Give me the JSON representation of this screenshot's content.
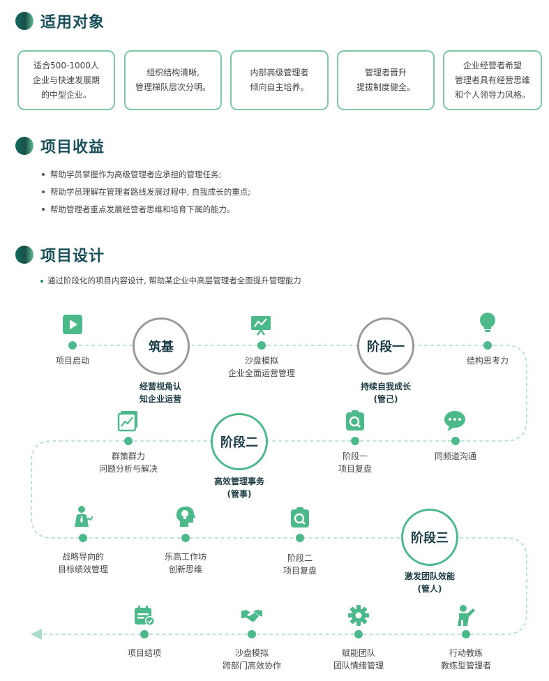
{
  "sections": {
    "audience": {
      "title": "适用对象"
    },
    "benefits": {
      "title": "项目收益"
    },
    "design": {
      "title": "项目设计"
    }
  },
  "audience_cards": [
    {
      "lines": [
        "适合500-1000人",
        "企业与快速发展期",
        "的中型企业。"
      ]
    },
    {
      "lines": [
        "组织结构清晰,",
        "管理梯队层次分明。"
      ]
    },
    {
      "lines": [
        "内部高级管理者",
        "倾向自主培养。"
      ]
    },
    {
      "lines": [
        "管理者晋升",
        "提拔制度健全。"
      ]
    },
    {
      "lines": [
        "企业经营者希望",
        "管理者具有经营思维",
        "和个人领导力风格。"
      ]
    }
  ],
  "benefits": [
    "帮助学员掌握作为高级管理者应承担的管理任务;",
    "帮助学员理解在管理者路线发展过程中, 自我成长的重点;",
    "帮助管理者重点发展经营者思维和培育下属的能力。"
  ],
  "design_intro": "通过阶段化的项目内容设计, 帮助某企业中高层管理者全面提升管理能力",
  "stages": [
    {
      "title": "筑基",
      "sub": [
        "经营视角认",
        "知企业运营"
      ]
    },
    {
      "title": "阶段一",
      "sub": [
        "持续自我成长",
        "(管己)"
      ]
    },
    {
      "title": "阶段二",
      "sub": [
        "高效管理事务",
        "(管事)"
      ]
    },
    {
      "title": "阶段三",
      "sub": [
        "激发团队效能",
        "(管人)"
      ]
    }
  ],
  "nodes": [
    {
      "icon": "play-icon",
      "lines": [
        "项目启动"
      ]
    },
    {
      "icon": "presentation-icon",
      "lines": [
        "沙盘模拟",
        "企业全面运营管理"
      ]
    },
    {
      "icon": "lightbulb-icon",
      "lines": [
        "结构思考力"
      ]
    },
    {
      "icon": "chart-icon",
      "lines": [
        "群策群力",
        "问题分析与解决"
      ]
    },
    {
      "icon": "review-icon",
      "lines": [
        "阶段一",
        "项目复盘"
      ]
    },
    {
      "icon": "chat-icon",
      "lines": [
        "同频道沟通"
      ]
    },
    {
      "icon": "manager-icon",
      "lines": [
        "战略导向的",
        "目标绩效管理"
      ]
    },
    {
      "icon": "idea-head-icon",
      "lines": [
        "乐高工作坊",
        "创新思维"
      ]
    },
    {
      "icon": "review-icon",
      "lines": [
        "阶段二",
        "项目复盘"
      ]
    },
    {
      "icon": "calendar-check-icon",
      "lines": [
        "项目结项"
      ]
    },
    {
      "icon": "handshake-icon",
      "lines": [
        "沙盘模拟",
        "跨部门高效协作"
      ]
    },
    {
      "icon": "gear-icon",
      "lines": [
        "赋能团队",
        "团队情绪管理"
      ]
    },
    {
      "icon": "coach-icon",
      "lines": [
        "行动教练",
        "教练型管理者"
      ]
    }
  ],
  "colors": {
    "accent": "#4cb98a",
    "title": "#17505a",
    "card_border": "#7cc9a4",
    "path": "#a9dcc8"
  }
}
